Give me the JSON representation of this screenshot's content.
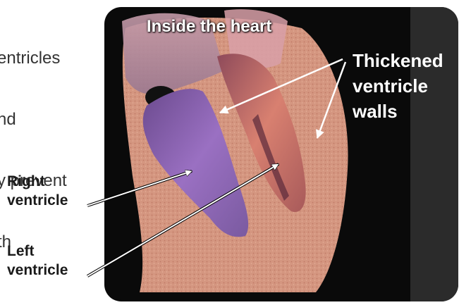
{
  "background_text_lines": [
    "entricles",
    "nd",
    "y prevent",
    "th"
  ],
  "panel_title": "Inside the heart",
  "labels": {
    "thickened_walls": [
      "Thickened",
      "ventricle",
      "walls"
    ],
    "right_ventricle": [
      "Right",
      "ventricle"
    ],
    "left_ventricle": [
      "Left",
      "ventricle"
    ]
  },
  "colors": {
    "panel_background": "#0a0a0a",
    "muscle": "#d99a82",
    "right_ventricle": "#8a5ca8",
    "left_ventricle": "#c26a6a",
    "arrow": "#ffffff",
    "label_text": "#1a1a1a"
  }
}
